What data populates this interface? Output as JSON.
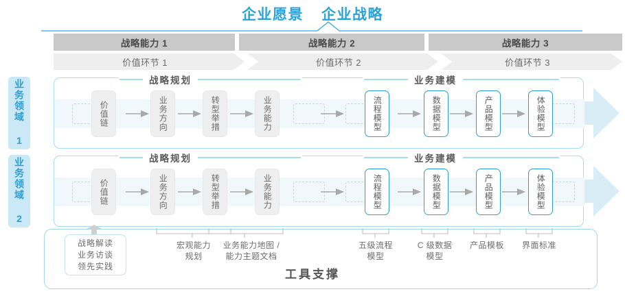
{
  "title": {
    "left": "企业愿景",
    "right": "企业战略"
  },
  "colors": {
    "accent_blue": "#29a3d9",
    "node_blue_border": "#2ba0d4",
    "band_dark_grey": "#c9c9c9",
    "band_light_grey": "#eeeeee",
    "domain_label_bg": "#cbe8f7",
    "pale_band": "#f1f8fc",
    "row_border": "#a8dcf0"
  },
  "capability_band": [
    {
      "label": "战略能力 1"
    },
    {
      "label": "战略能力 2"
    },
    {
      "label": "战略能力 3"
    }
  ],
  "value_band": [
    {
      "label": "价值环节 1"
    },
    {
      "label": "价值环节 2"
    },
    {
      "label": "价值环节 3"
    }
  ],
  "domains": [
    {
      "label": "业务领域 1"
    },
    {
      "label": "业务领域 2"
    }
  ],
  "groups": {
    "strategy_planning": "战略规划",
    "business_modeling": "业务建模"
  },
  "nodes": {
    "strategy": [
      {
        "label": "价值链",
        "style": "grey"
      },
      {
        "label": "业务方向",
        "style": "grey"
      },
      {
        "label": "转型举措",
        "style": "grey"
      },
      {
        "label": "业务能力",
        "style": "grey"
      }
    ],
    "modeling": [
      {
        "label": "流程模型",
        "style": "blue"
      },
      {
        "label": "数据模型",
        "style": "blue"
      },
      {
        "label": "产品模型",
        "style": "blue"
      },
      {
        "label": "体验模型",
        "style": "blue"
      }
    ]
  },
  "tool_support": {
    "title": "工具支撑",
    "items": [
      {
        "label": "战略解读\n业务访谈\n领先实践",
        "boxed": true
      },
      {
        "label": "宏观能力\n规划",
        "boxed": false
      },
      {
        "label": "业务能力地图 /\n能力主题文档",
        "boxed": false
      },
      {
        "label": "五级流程\n模型",
        "boxed": false
      },
      {
        "label": "C 级数据\n模型",
        "boxed": false
      },
      {
        "label": "产品模板",
        "boxed": false
      },
      {
        "label": "界面标准",
        "boxed": false
      }
    ]
  }
}
